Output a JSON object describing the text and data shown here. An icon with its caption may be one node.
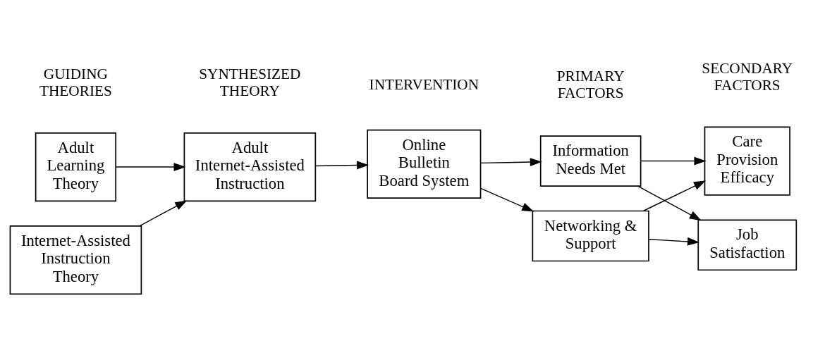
{
  "diagram": {
    "nodes": [
      {
        "text": [
          "Adult Learning Theory"
        ]
      },
      {
        "text": [
          "Internet-Assisted Instruction Theory"
        ]
      },
      {
        "text": [
          "Adult Internet-Assisted Instruction"
        ]
      },
      {
        "text": [
          "Online Bulletin Board System"
        ]
      },
      {
        "text": [
          "Information Needs Met"
        ]
      },
      {
        "text": [
          "Networking & Support"
        ]
      },
      {
        "text": [
          "Job Satisfaction"
        ]
      },
      {
        "text": [
          "Care Provision Efficacy"
        ]
      }
    ],
    "edges": [
      {
        "from": 0,
        "to": 2,
        "arrow": "to"
      },
      {
        "from": 1,
        "to": 2,
        "arrow": "to"
      },
      {
        "from": 2,
        "to": 3,
        "arrow": "to"
      },
      {
        "from": 3,
        "to": 4,
        "arrow": "to"
      },
      {
        "from": 3,
        "to": 5,
        "arrow": "to"
      },
      {
        "from": 4,
        "to": 6,
        "arrow": "to"
      },
      {
        "from": 4,
        "to": 7,
        "arrow": "to"
      },
      {
        "from": 5,
        "to": 6,
        "arrow": "to"
      },
      {
        "from": 5,
        "to": 7,
        "arrow": "to"
      }
    ],
    "labels": [
      "GUIDING THEORIES",
      "SYNTHESIZED THEORY",
      "INTERVENTION",
      "PRIMARY FACTORS",
      "SECONDARY FACTORS"
    ]
  }
}
